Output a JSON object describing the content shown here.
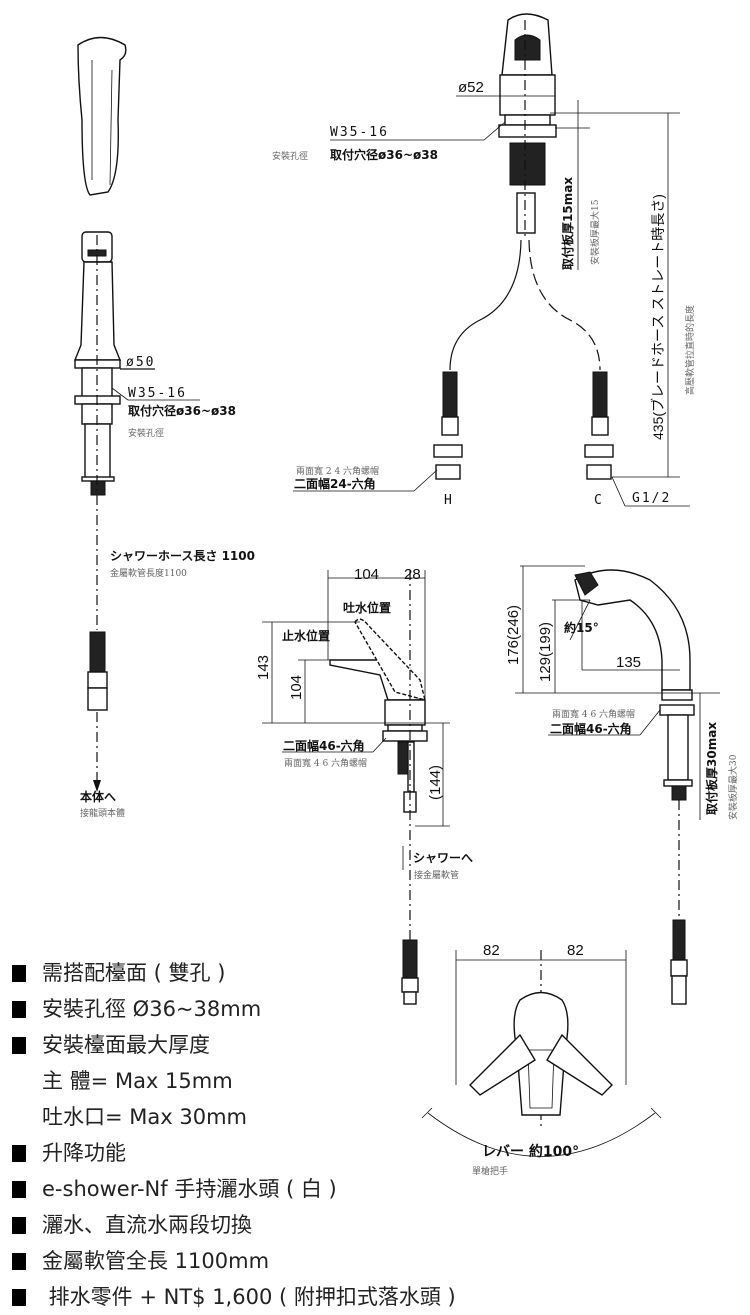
{
  "top_drawing": {
    "diameter_52": "ø52",
    "thread": "W35-16",
    "hole_label": "取付穴径ø36~ø38",
    "hole_label_zh": "安裝孔徑",
    "plate_thickness": "取付板厚15max",
    "plate_thickness_zh": "安裝板厚最大15",
    "hose_length": "435(ブレードホース ストレート時長さ)",
    "hose_length_zh": "高壓軟管拉直時的長度",
    "hex_label": "二面幅24-六角",
    "hex_label_zh": "兩面寬 2 4 六角螺帽",
    "hot": "H",
    "cold": "C",
    "thread_g": "G1/2"
  },
  "left_drawing": {
    "diameter_50": "ø50",
    "thread": "W35-16",
    "hole_label": "取付穴径ø36~ø38",
    "hole_label_zh": "安裝孔徑",
    "shower_hose": "シャワーホース長さ  1100",
    "shower_hose_zh": "金屬軟管長度1100",
    "to_body": "本体へ",
    "to_body_zh": "接龍頭本體"
  },
  "side_drawing": {
    "dim_104_top": "104",
    "dim_28": "28",
    "spout_position": "吐水位置",
    "stop_position": "止水位置",
    "dim_143": "143",
    "dim_104_side": "104",
    "hex_label": "二面幅46-六角",
    "hex_label_zh": "兩面寬 4 6 六角螺帽",
    "dim_144": "(144)",
    "to_shower": "シャワーへ",
    "to_shower_zh": "接金屬軟管"
  },
  "spout_drawing": {
    "dim_176": "176(246)",
    "dim_129": "129(199)",
    "angle": "約15°",
    "dim_135": "135",
    "hex_label_zh": "兩面寬 4 6 六角螺帽",
    "hex_label": "二面幅46-六角",
    "plate_thickness": "取付板厚30max",
    "plate_thickness_zh": "安裝板厚最大30"
  },
  "top_view": {
    "dim_left": "82",
    "dim_right": "82",
    "lever_angle": "レバー 約100°",
    "lever_zh": "單槍把手"
  },
  "specs": [
    {
      "text": "需搭配檯面 ( 雙孔 )",
      "bullet": true
    },
    {
      "text": "安裝孔徑 Ø36~38mm",
      "bullet": true
    },
    {
      "text": "安裝檯面最大厚度",
      "bullet": true
    },
    {
      "text": "主 體= Max 15mm",
      "bullet": false
    },
    {
      "text": "吐水口= Max 30mm",
      "bullet": false
    },
    {
      "text": "升降功能",
      "bullet": true
    },
    {
      "text": "e-shower-Nf 手持灑水頭 ( 白 )",
      "bullet": true
    },
    {
      "text": "灑水、直流水兩段切換",
      "bullet": true
    },
    {
      "text": "金屬軟管全長 1100mm",
      "bullet": true
    },
    {
      "text": " 排水零件 + NT$ 1,600 ( 附押扣式落水頭 )",
      "bullet": true
    }
  ]
}
